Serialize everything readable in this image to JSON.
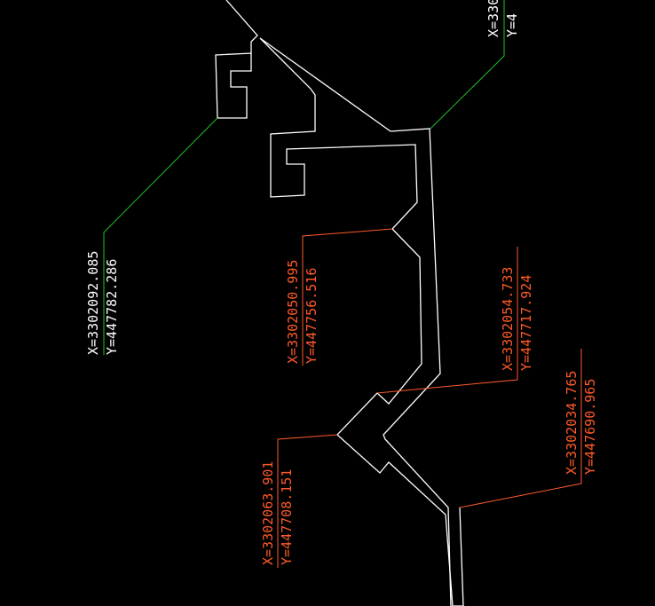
{
  "colors": {
    "background": "#000000",
    "outline": "#ffffff",
    "green_leader": "#1fbf2a",
    "green_text": "#ffffff",
    "red": "#ff5a2a"
  },
  "points": [
    {
      "id": "p1",
      "color": "green",
      "x_label": "X=3302092.085",
      "y_label": "Y=447782.286"
    },
    {
      "id": "p2",
      "color": "green",
      "x_label": "X=330",
      "y_label": "Y=4"
    },
    {
      "id": "p3",
      "color": "red",
      "x_label": "X=3302050.995",
      "y_label": "Y=447756.516"
    },
    {
      "id": "p4",
      "color": "red",
      "x_label": "X=3302054.733",
      "y_label": "Y=447717.924"
    },
    {
      "id": "p5",
      "color": "red",
      "x_label": "X=3302034.765",
      "y_label": "Y=447690.965"
    },
    {
      "id": "p6",
      "color": "red",
      "x_label": "X=3302063.901",
      "y_label": "Y=447708.151"
    }
  ]
}
